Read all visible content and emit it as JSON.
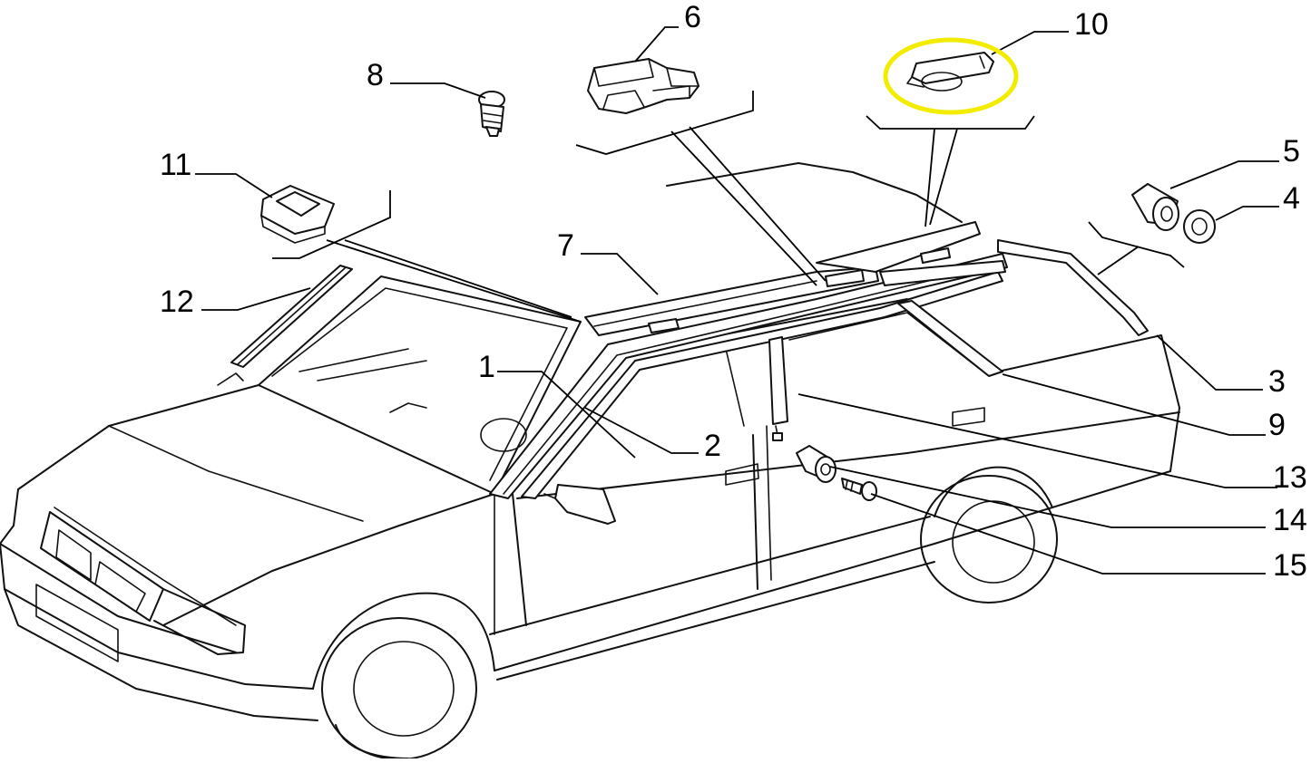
{
  "diagram": {
    "highlight_color": "#f2ec00",
    "line_color": "#111111",
    "background": "#ffffff",
    "highlighted_part": "10",
    "callouts": [
      {
        "id": "c1",
        "text": "1"
      },
      {
        "id": "c2",
        "text": "2"
      },
      {
        "id": "c3",
        "text": "3"
      },
      {
        "id": "c4",
        "text": "4"
      },
      {
        "id": "c5",
        "text": "5"
      },
      {
        "id": "c6",
        "text": "6"
      },
      {
        "id": "c7",
        "text": "7"
      },
      {
        "id": "c8",
        "text": "8"
      },
      {
        "id": "c9",
        "text": "9"
      },
      {
        "id": "c10",
        "text": "10"
      },
      {
        "id": "c11",
        "text": "11"
      },
      {
        "id": "c12",
        "text": "12"
      },
      {
        "id": "c13",
        "text": "13"
      },
      {
        "id": "c14",
        "text": "14"
      },
      {
        "id": "c15",
        "text": "15"
      }
    ]
  }
}
